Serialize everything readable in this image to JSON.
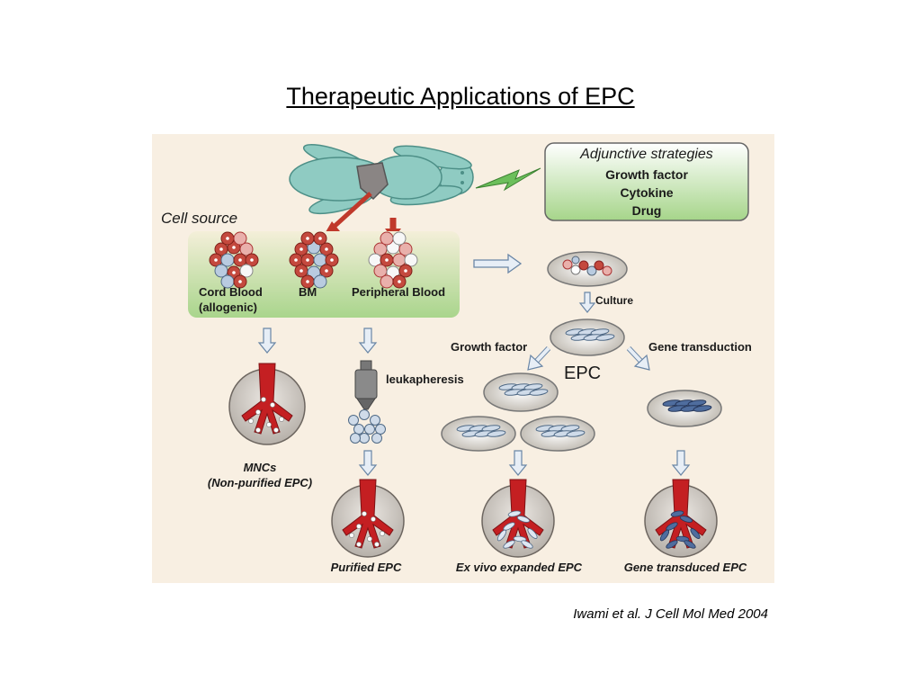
{
  "title": "Therapeutic Applications of EPC",
  "citation": "Iwami et al. J Cell Mol Med 2004",
  "figure": {
    "adjunctive": {
      "heading": "Adjunctive strategies",
      "items": [
        "Growth factor",
        "Cytokine",
        "Drug"
      ]
    },
    "cell_source": {
      "heading": "Cell source",
      "cord_blood": "Cord Blood",
      "cord_blood_note": "(allogenic)",
      "bm": "BM",
      "peripheral_blood": "Peripheral Blood"
    },
    "culture": "Culture",
    "epc": "EPC",
    "growth_factor": "Growth factor",
    "gene_transduction": "Gene transduction",
    "leukapheresis": "leukapheresis",
    "mncs": "MNCs",
    "mncs_note": "(Non-purified EPC)",
    "outcomes": {
      "purified": "Purified EPC",
      "ex_vivo": "Ex vivo expanded EPC",
      "gene_transduced": "Gene transduced EPC"
    }
  }
}
